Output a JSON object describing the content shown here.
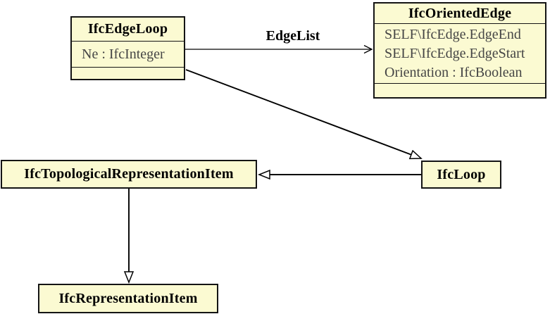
{
  "colors": {
    "background": "#FFFFFF",
    "box_fill": "#FBFAD2",
    "box_border": "#141414",
    "title_text": "#000000",
    "attribute_text": "#454545",
    "connector": "#000000"
  },
  "classes": {
    "edge_loop": {
      "title": "IfcEdgeLoop",
      "attributes": [
        "Ne : IfcInteger"
      ]
    },
    "oriented_edge": {
      "title": "IfcOrientedEdge",
      "attributes": [
        "SELF\\IfcEdge.EdgeEnd",
        "SELF\\IfcEdge.EdgeStart",
        "Orientation : IfcBoolean"
      ]
    },
    "loop": {
      "title": "IfcLoop"
    },
    "topological_representation_item": {
      "title": "IfcTopologicalRepresentationItem"
    },
    "representation_item": {
      "title": "IfcRepresentationItem"
    }
  },
  "relations": {
    "edge_list": {
      "label": "EdgeList"
    }
  }
}
